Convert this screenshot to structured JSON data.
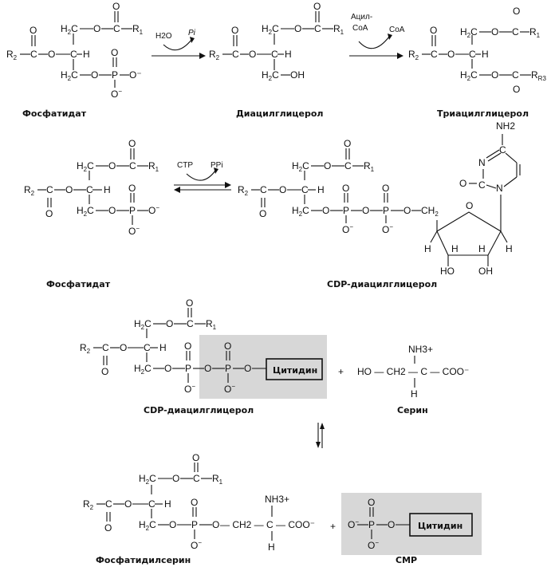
{
  "row1": {
    "phosphatidate": {
      "caption": "Фосфатидат",
      "acyl_R1": "R1",
      "acyl_R2": "R2",
      "phosphate": "O⁻"
    },
    "step1": {
      "reagent": "H2O",
      "product": "Pi"
    },
    "diacylglycerol": {
      "caption": "Диацилглицерол",
      "oh": "OH"
    },
    "step2": {
      "reagent_line1": "Ацил-",
      "reagent_line2": "CoA",
      "product": "CoA"
    },
    "triacylglycerol": {
      "caption": "Триацилглицерол",
      "R3": "R3"
    }
  },
  "row2": {
    "caption_left": "Фосфатидат",
    "reagent": "CTP",
    "product": "PPi",
    "caption_right": "CDP-диацилглицерол",
    "base_amino": "NH2"
  },
  "row3": {
    "caption_left": "CDP-диацилглицерол",
    "cytidine_box": "Цитидин",
    "plus": "+",
    "serine_amino": "NH3+",
    "serine_chain": "HO — CH2 — C — COO⁻",
    "serine_h": "H",
    "caption_serine": "Серин"
  },
  "row4": {
    "caption_left": "Фосфатидилсерин",
    "amino": "NH3+",
    "chain": "— CH2 — C — COO⁻",
    "h": "H",
    "plus": "+",
    "cytidine_box": "Цитидин",
    "caption_cmp": "CMP"
  }
}
